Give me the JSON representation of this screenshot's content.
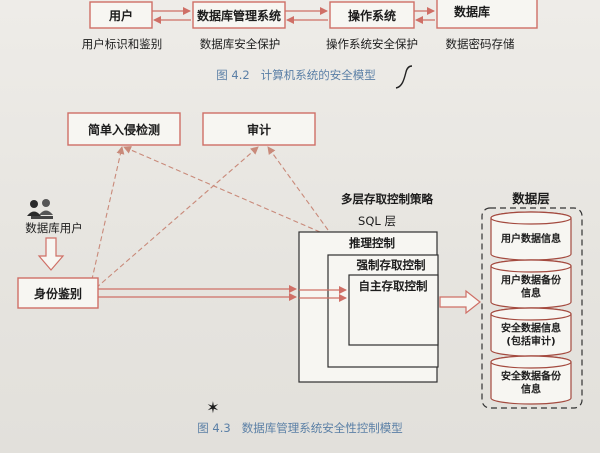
{
  "top_model": {
    "boxes": [
      "用户",
      "数据库管理系统",
      "操作系统",
      "数据库"
    ],
    "labels": [
      "用户标识和鉴别",
      "数据库安全保护",
      "操作系统安全保护",
      "数据密码存储"
    ],
    "caption": "图 4.2   计算机系统的安全模型"
  },
  "main_model": {
    "intrusion_box": "简单入侵检测",
    "audit_box": "审计",
    "db_user_label": "数据库用户",
    "auth_box": "身份鉴别",
    "policy_label": "多层存取控制策略",
    "sql_label": "SQL 层",
    "inference_label": "推理控制",
    "mandatory_label": "强制存取控制",
    "discretionary_label": "自主存取控制",
    "data_layer_title": "数据层",
    "data_items": [
      [
        "用户数据信息"
      ],
      [
        "用户数据备份",
        "信息"
      ],
      [
        "安全数据信息",
        "(包括审计)"
      ],
      [
        "安全数据备份",
        "信息"
      ]
    ],
    "caption": "图 4.3   数据库管理系统安全性控制模型"
  }
}
